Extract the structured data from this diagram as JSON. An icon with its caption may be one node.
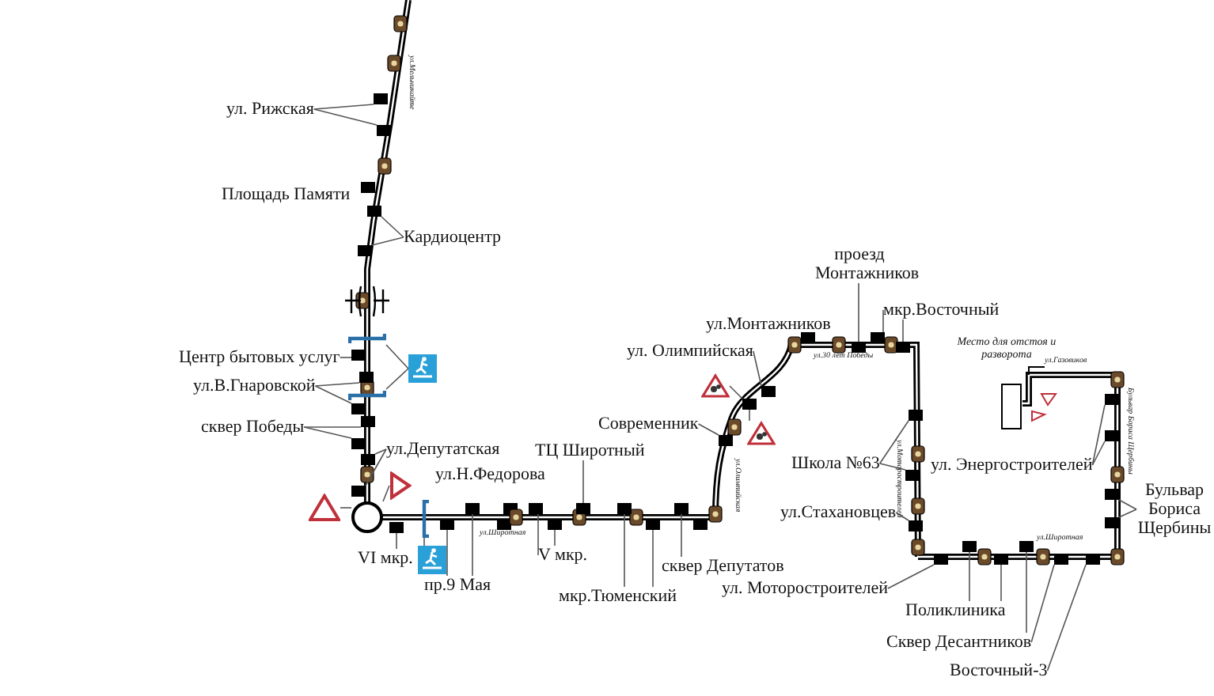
{
  "diagram": {
    "nodes": [
      {
        "text": [
          "ул. Рижская"
        ]
      },
      {
        "text": [
          "Кардиоцентр"
        ]
      },
      {
        "text": [],
        "shape": "picture"
      },
      {
        "text": [
          "Центр бытовых услуг"
        ]
      },
      {
        "text": [
          "ул.В.Гнаровской"
        ]
      },
      {
        "text": [
          "сквер Победы"
        ]
      },
      {
        "text": [
          "ул.Депутатская"
        ]
      },
      {
        "text": [],
        "shape": "picture"
      },
      {
        "text": [],
        "shape": "picture"
      },
      {
        "text": [
          "ТЦ Широтный"
        ]
      },
      {
        "text": [
          "Современник"
        ]
      },
      {
        "text": [
          "ул. Олимпийская"
        ]
      },
      {
        "text": [],
        "shape": "picture"
      },
      {
        "text": [],
        "shape": "picture"
      },
      {
        "text": [
          "проезд Монтажников"
        ]
      },
      {
        "text": [
          "мкр.Восточный"
        ]
      },
      {
        "text": [
          "Школа №63"
        ]
      },
      {
        "text": [
          "ул.Стахановцев"
        ]
      },
      {
        "text": [
          "ул. Энергостроителей"
        ]
      },
      {
        "text": [
          "Бульвар Бориса Щербины"
        ]
      },
      {
        "text": [
          "VI мкр."
        ]
      },
      {
        "text": [],
        "shape": "picture"
      },
      {
        "text": [
          "пр.9 Мая"
        ]
      },
      {
        "text": [
          "V мкр."
        ]
      },
      {
        "text": [
          "мкр.Тюменский"
        ]
      },
      {
        "text": [
          "сквер Депутатов"
        ]
      },
      {
        "text": [
          "ул. Моторостроителей"
        ]
      },
      {
        "text": [
          "Поликлиника"
        ]
      },
      {
        "text": [
          "Сквер Десантников"
        ]
      },
      {
        "text": [
          "Восточный-3"
        ]
      },
      {
        "text": [],
        "shape": "box"
      },
      {
        "text": [],
        "shape": "box"
      },
      {
        "text": [],
        "shape": "box"
      },
      {
        "text": [],
        "shape": "box"
      },
      {
        "text": [],
        "shape": "bar"
      },
      {
        "text": [],
        "shape": "bar"
      },
      {
        "text": [],
        "shape": "box"
      },
      {
        "text": [],
        "shape": "box"
      },
      {
        "text": [],
        "shape": "box"
      },
      {
        "text": [],
        "shape": "box"
      },
      {
        "text": [],
        "shape": "box"
      },
      {
        "text": [],
        "shape": "box"
      },
      {
        "text": [],
        "shape": "box"
      },
      {
        "text": [],
        "shape": "circle"
      },
      {
        "text": [],
        "shape": "box"
      },
      {
        "text": [],
        "shape": "box"
      },
      {
        "text": [],
        "shape": "box"
      },
      {
        "text": [],
        "shape": "box"
      },
      {
        "text": [],
        "shape": "box"
      },
      {
        "text": [],
        "shape": "box"
      },
      {
        "text": [],
        "shape": "box"
      },
      {
        "text": [],
        "shape": "box"
      },
      {
        "text": [],
        "shape": "box"
      },
      {
        "text": [],
        "shape": "box"
      },
      {
        "text": [],
        "shape": "box"
      },
      {
        "text": [],
        "shape": "box"
      },
      {
        "text": [],
        "shape": "box"
      },
      {
        "text": [],
        "shape": "box"
      },
      {
        "text": [],
        "shape": "box"
      },
      {
        "text": [],
        "shape": "bar"
      },
      {
        "text": [],
        "shape": "box"
      },
      {
        "text": [],
        "shape": "box"
      },
      {
        "text": [],
        "shape": "box"
      },
      {
        "text": [],
        "shape": "box"
      },
      {
        "text": [],
        "shape": "box"
      },
      {
        "text": [],
        "shape": "box"
      },
      {
        "text": [],
        "shape": "box"
      },
      {
        "text": [],
        "shape": "box"
      },
      {
        "text": [],
        "shape": "box"
      },
      {
        "text": [],
        "shape": "box"
      },
      {
        "text": [],
        "shape": "box"
      },
      {
        "text": [],
        "shape": "box"
      },
      {
        "text": [],
        "shape": "box"
      }
    ],
    "edges": [
      {
        "from": 0,
        "to": 30,
        "arrow": "none"
      },
      {
        "from": 0,
        "to": 31,
        "arrow": "none"
      },
      {
        "from": 1,
        "to": 32,
        "arrow": "none"
      },
      {
        "from": 1,
        "to": 33,
        "arrow": "none"
      },
      {
        "from": 2,
        "to": 34,
        "arrow": "none"
      },
      {
        "from": 2,
        "to": 35,
        "arrow": "none"
      },
      {
        "from": 3,
        "to": 36,
        "arrow": "none"
      },
      {
        "from": 4,
        "to": 37,
        "arrow": "none"
      },
      {
        "from": 4,
        "to": 38,
        "arrow": "none"
      },
      {
        "from": 5,
        "to": 39,
        "arrow": "none"
      },
      {
        "from": 5,
        "to": 40,
        "arrow": "none"
      },
      {
        "from": 6,
        "to": 41,
        "arrow": "none"
      },
      {
        "from": 6,
        "to": 42,
        "arrow": "none"
      },
      {
        "from": 7,
        "to": 43,
        "arrow": "none"
      },
      {
        "from": 8,
        "to": 43,
        "arrow": "none"
      },
      {
        "from": 9,
        "to": 44,
        "arrow": "none"
      },
      {
        "from": 10,
        "to": 45,
        "arrow": "none"
      },
      {
        "from": 11,
        "to": 46,
        "arrow": "none"
      },
      {
        "from": 12,
        "to": 47,
        "arrow": "none"
      },
      {
        "from": 13,
        "to": 47,
        "arrow": "none"
      },
      {
        "from": 14,
        "to": 48,
        "arrow": "none"
      },
      {
        "from": 15,
        "to": 49,
        "arrow": "none"
      },
      {
        "from": 15,
        "to": 50,
        "arrow": "none"
      },
      {
        "from": 16,
        "to": 51,
        "arrow": "none"
      },
      {
        "from": 16,
        "to": 52,
        "arrow": "none"
      },
      {
        "from": 17,
        "to": 53,
        "arrow": "none"
      },
      {
        "from": 18,
        "to": 54,
        "arrow": "none"
      },
      {
        "from": 18,
        "to": 55,
        "arrow": "none"
      },
      {
        "from": 19,
        "to": 56,
        "arrow": "none"
      },
      {
        "from": 19,
        "to": 57,
        "arrow": "none"
      },
      {
        "from": 20,
        "to": 58,
        "arrow": "none"
      },
      {
        "from": 21,
        "to": 59,
        "arrow": "none"
      },
      {
        "from": 22,
        "to": 60,
        "arrow": "none"
      },
      {
        "from": 22,
        "to": 61,
        "arrow": "none"
      },
      {
        "from": 23,
        "to": 62,
        "arrow": "none"
      },
      {
        "from": 23,
        "to": 63,
        "arrow": "none"
      },
      {
        "from": 24,
        "to": 64,
        "arrow": "none"
      },
      {
        "from": 24,
        "to": 65,
        "arrow": "none"
      },
      {
        "from": 25,
        "to": 66,
        "arrow": "none"
      },
      {
        "from": 26,
        "to": 67,
        "arrow": "none"
      },
      {
        "from": 27,
        "to": 68,
        "arrow": "none"
      },
      {
        "from": 27,
        "to": 69,
        "arrow": "none"
      },
      {
        "from": 28,
        "to": 70,
        "arrow": "none"
      },
      {
        "from": 28,
        "to": 71,
        "arrow": "none"
      },
      {
        "from": 29,
        "to": 72,
        "arrow": "none"
      }
    ],
    "labels": [
      "ул.Мельникайте",
      "Площадь Памяти",
      "ул.Н.Федорова",
      "ул.Широтная",
      "ул.Олимпийская",
      "ул.Монтажников",
      "ул.30 лет Победы",
      "Место для отстоя и разворота",
      "ул.Газовиков",
      "ул.Моторостроителей",
      "Бульвар Бориса Щербины",
      "ул.Широтная"
    ]
  }
}
